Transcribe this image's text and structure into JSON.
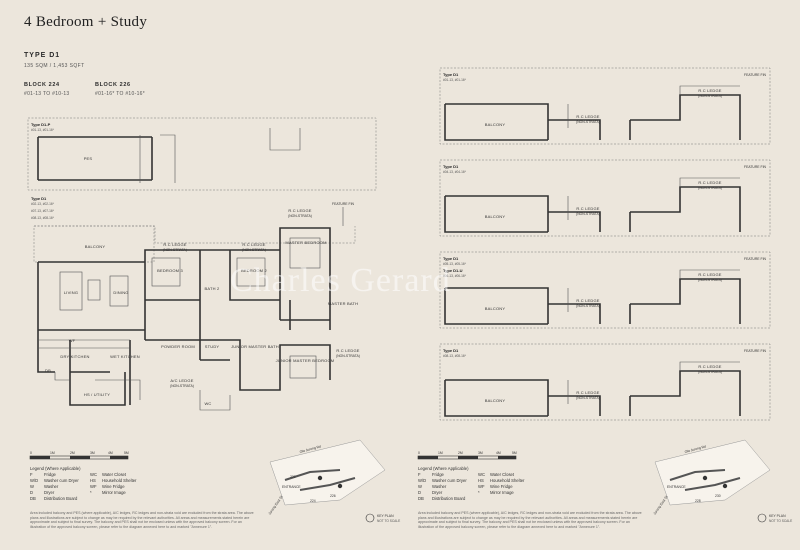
{
  "header": {
    "title": "4 Bedroom + Study",
    "type": "TYPE D1",
    "area": "135 SQM / 1,453 SQFT"
  },
  "blocks": [
    {
      "name": "BLOCK 224",
      "units": "#01-13 TO #10-13"
    },
    {
      "name": "BLOCK 226",
      "units": "#01-16* TO #10-16*"
    }
  ],
  "plan_labels": {
    "type_d1p": "Type D1-P",
    "type_d1p_units": "#01-13, #01-16*",
    "pes": "PES",
    "type_d1": "Type D1",
    "type_d1_units_a": "#02-13, #02-16*",
    "type_d1_units_b": "#07-13, #07-16*",
    "type_d1_units_c": "#08-13, #08-16*",
    "balcony": "BALCONY",
    "living": "LIVING",
    "dining": "DINING",
    "bedroom3": "BEDROOM 3",
    "bedroom2": "BEDROOM 2",
    "bath2": "BATH 2",
    "master_bedroom": "MASTER BEDROOM",
    "master_bath": "MASTER BATH",
    "rc_ledge": "R.C LEDGE",
    "non_strata": "(NON-STRATA)",
    "feature_fin": "FEATURE FIN",
    "dry_kitchen": "DRY KITCHEN",
    "wet_kitchen": "WET KITCHEN",
    "powder_room": "POWDER ROOM",
    "study": "STUDY",
    "junior_master_bath": "JUNIOR MASTER BATH",
    "junior_master_bedroom": "JUNIOR MASTER BEDROOM",
    "ac_ledge": "A/C LEDGE",
    "hs_utility": "HS / UTILITY",
    "wf": "WF",
    "db": "DB",
    "wc": "WC"
  },
  "right_panels": [
    {
      "type": "Type D1",
      "units": "#01-13, #01-16*"
    },
    {
      "type": "Type D1",
      "units": "#04-13, #04-16*"
    },
    {
      "type": "Type D1",
      "units": "#05-13, #05-16*",
      "type2": "Type D1-U",
      "units2": "#06-13, #06-16*"
    },
    {
      "type": "Type D1",
      "units": "#08-13, #08-16*"
    }
  ],
  "scale": {
    "ticks": [
      "0",
      "1M",
      "2M",
      "3M",
      "4M",
      "5M"
    ]
  },
  "legend": {
    "title": "Legend (Where Applicable)",
    "items": [
      [
        "F",
        "Fridge",
        "WC",
        "Water Closet"
      ],
      [
        "W/D",
        "Washer cum Dryer",
        "HS",
        "Household Shelter"
      ],
      [
        "W",
        "Washer",
        "WF",
        "Wine Fridge"
      ],
      [
        "D",
        "Dryer",
        "*",
        "Mirror Image"
      ],
      [
        "DB",
        "Distribution Board",
        "",
        ""
      ]
    ]
  },
  "footnote": "Area included balcony and PES (where applicable), A/C ledges, RC ledges and non-strata void are excluded from the strata area. The above plans and illustrations are subject to change as may be required by the relevant authorities. All areas and measurements stated herein are approximate and subject to final survey. The balcony and PES shall not be enclosed unless with the approved balcony screen. For an illustration of the approved balcony screen, please refer to the diagram annexed here to and marked \"Annexure 1\".",
  "key_plan": {
    "label": "KEY PLAN",
    "sub": "NOT TO SCALE",
    "road1": "Ola Jurong Rd",
    "road2": "Jurong East St",
    "entrance": "ENTRANCE",
    "blocks": [
      "224",
      "226",
      "228",
      "230",
      "222"
    ]
  },
  "watermark": "Charles Gerard"
}
